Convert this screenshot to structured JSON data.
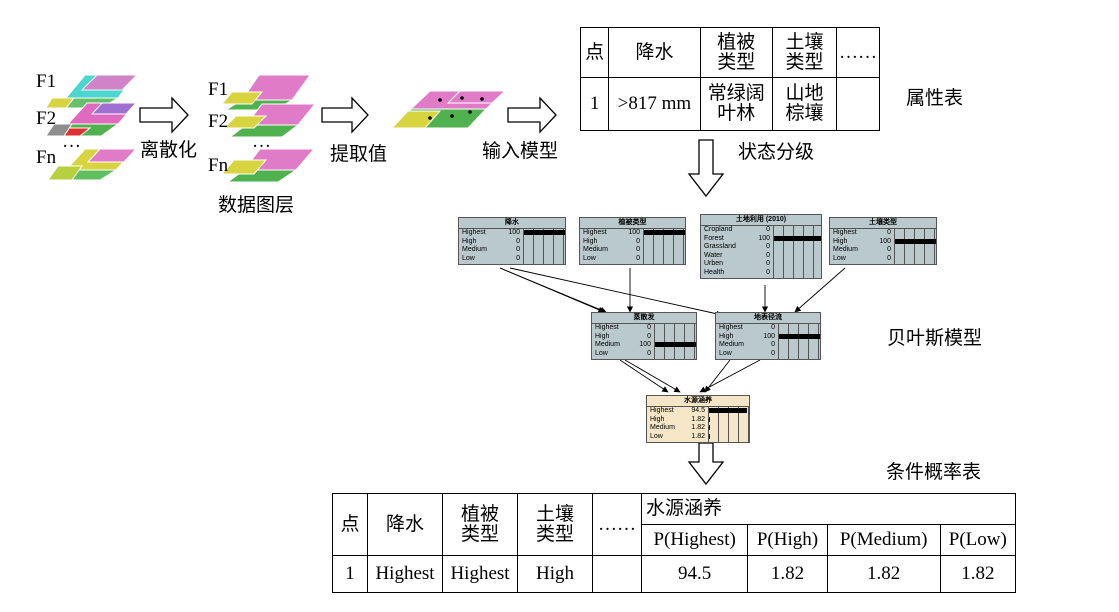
{
  "layers": {
    "f1": "F1",
    "f2": "F2",
    "fn": "Fn",
    "ellipsis": "…",
    "discretize": "离散化",
    "data_layers": "数据图层",
    "extract_value": "提取值",
    "input_model": "输入模型",
    "attribute_table": "属性表",
    "state_grading": "状态分级",
    "bayesian_model": "贝叶斯模型",
    "cpt": "条件概率表"
  },
  "attr_table": {
    "headers": [
      "点",
      "降水",
      "植被\n类型",
      "土壤\n类型",
      "……"
    ],
    "row": [
      "1",
      ">817 mm",
      "常绿阔\n叶林",
      "山地\n棕壤",
      ""
    ]
  },
  "bn": {
    "nodes": [
      {
        "id": "rain",
        "title": "降水",
        "states": [
          {
            "name": "Highest",
            "value": "100",
            "p": 1
          },
          {
            "name": "High",
            "value": "0",
            "p": 0
          },
          {
            "name": "Medium",
            "value": "0",
            "p": 0
          },
          {
            "name": "Low",
            "value": "0",
            "p": 0
          }
        ]
      },
      {
        "id": "veg",
        "title": "植被类型",
        "states": [
          {
            "name": "Highest",
            "value": "100",
            "p": 1
          },
          {
            "name": "High",
            "value": "0",
            "p": 0
          },
          {
            "name": "Medium",
            "value": "0",
            "p": 0
          },
          {
            "name": "Low",
            "value": "0",
            "p": 0
          }
        ]
      },
      {
        "id": "land",
        "title": "土地利用 (2010)",
        "states": [
          {
            "name": "Cropland",
            "value": "0",
            "p": 0
          },
          {
            "name": "Forest",
            "value": "100",
            "p": 1
          },
          {
            "name": "Grassland",
            "value": "0",
            "p": 0
          },
          {
            "name": "Water",
            "value": "0",
            "p": 0
          },
          {
            "name": "Urben",
            "value": "0",
            "p": 0
          },
          {
            "name": "Health",
            "value": "0",
            "p": 0
          }
        ]
      },
      {
        "id": "soil",
        "title": "土壤类型",
        "states": [
          {
            "name": "Highest",
            "value": "0",
            "p": 0
          },
          {
            "name": "High",
            "value": "100",
            "p": 1
          },
          {
            "name": "Medium",
            "value": "0",
            "p": 0
          },
          {
            "name": "Low",
            "value": "0",
            "p": 0
          }
        ]
      },
      {
        "id": "evap",
        "title": "蒸散发",
        "states": [
          {
            "name": "Highest",
            "value": "0",
            "p": 0
          },
          {
            "name": "High",
            "value": "0",
            "p": 0
          },
          {
            "name": "Medium",
            "value": "100",
            "p": 1
          },
          {
            "name": "Low",
            "value": "0",
            "p": 0
          }
        ]
      },
      {
        "id": "runoff",
        "title": "地表径流",
        "states": [
          {
            "name": "Highest",
            "value": "0",
            "p": 0
          },
          {
            "name": "High",
            "value": "100",
            "p": 1
          },
          {
            "name": "Medium",
            "value": "0",
            "p": 0
          },
          {
            "name": "Low",
            "value": "0",
            "p": 0
          }
        ]
      },
      {
        "id": "water",
        "title": "水源涵养",
        "states": [
          {
            "name": "Highest",
            "value": "94.5",
            "p": 0.945
          },
          {
            "name": "High",
            "value": "1.82",
            "p": 0.0182
          },
          {
            "name": "Medium",
            "value": "1.82",
            "p": 0.0182
          },
          {
            "name": "Low",
            "value": "1.82",
            "p": 0.0182
          }
        ]
      }
    ]
  },
  "cpt_table": {
    "h_point": "点",
    "h_rain": "降水",
    "h_veg": "植被\n类型",
    "h_soil": "土壤\n类型",
    "h_more": "……",
    "h_group": "水源涵养",
    "sub": [
      "P(Highest)",
      "P(High)",
      "P(Medium)",
      "P(Low)"
    ],
    "row": [
      "1",
      "Highest",
      "Highest",
      "High",
      "",
      "94.5",
      "1.82",
      "1.82",
      "1.82"
    ]
  }
}
